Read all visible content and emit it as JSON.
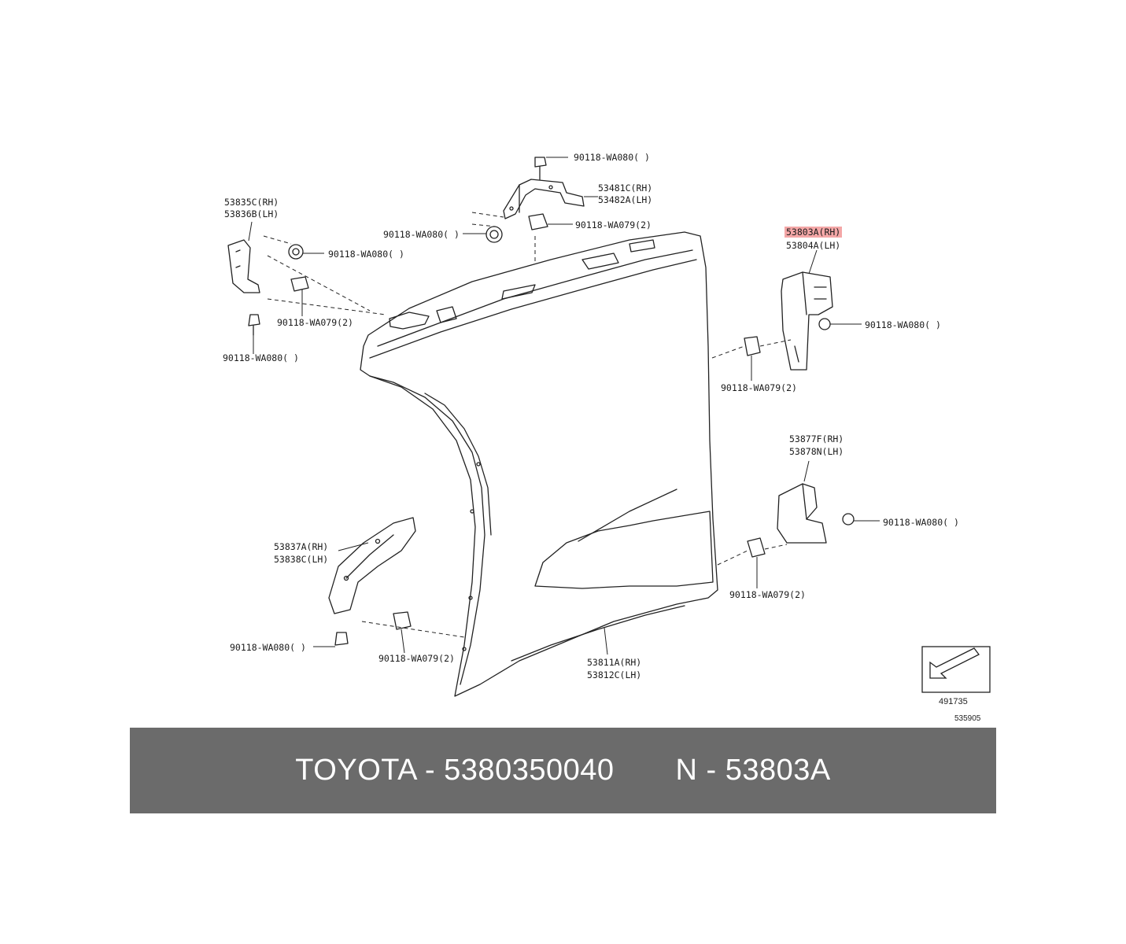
{
  "diagram": {
    "labels": {
      "top_bolt": "90118-WA080( )",
      "top_bracket_rh": "53481C(RH)",
      "top_bracket_lh": "53482A(LH)",
      "top_clip": "90118-WA079(2)",
      "top_left_bolt": "90118-WA080( )",
      "left_bracket_rh": "53835C(RH)",
      "left_bracket_lh": "53836B(LH)",
      "left_bolt_upper": "90118-WA080( )",
      "left_clip": "90118-WA079(2)",
      "left_bolt_lower": "90118-WA080( )",
      "right_bracket_rh": "53803A(RH)",
      "right_bracket_lh": "53804A(LH)",
      "right_bolt": "90118-WA080( )",
      "right_clip": "90118-WA079(2)",
      "mid_right_rh": "53877F(RH)",
      "mid_right_lh": "53878N(LH)",
      "mid_right_bolt": "90118-WA080( )",
      "mid_right_clip": "90118-WA079(2)",
      "lower_left_rh": "53837A(RH)",
      "lower_left_lh": "53838C(LH)",
      "lower_left_bolt": "90118-WA080( )",
      "lower_left_clip": "90118-WA079(2)",
      "fender_rh": "53811A(RH)",
      "fender_lh": "53812C(LH)"
    },
    "ref_number": "491735",
    "figure_code": "535905",
    "highlight_color": "#f4a7a7"
  },
  "banner": {
    "brand_part": "TOYOTA - 5380350040",
    "ref_part": "N - 53803A",
    "background": "#6b6b6b"
  }
}
